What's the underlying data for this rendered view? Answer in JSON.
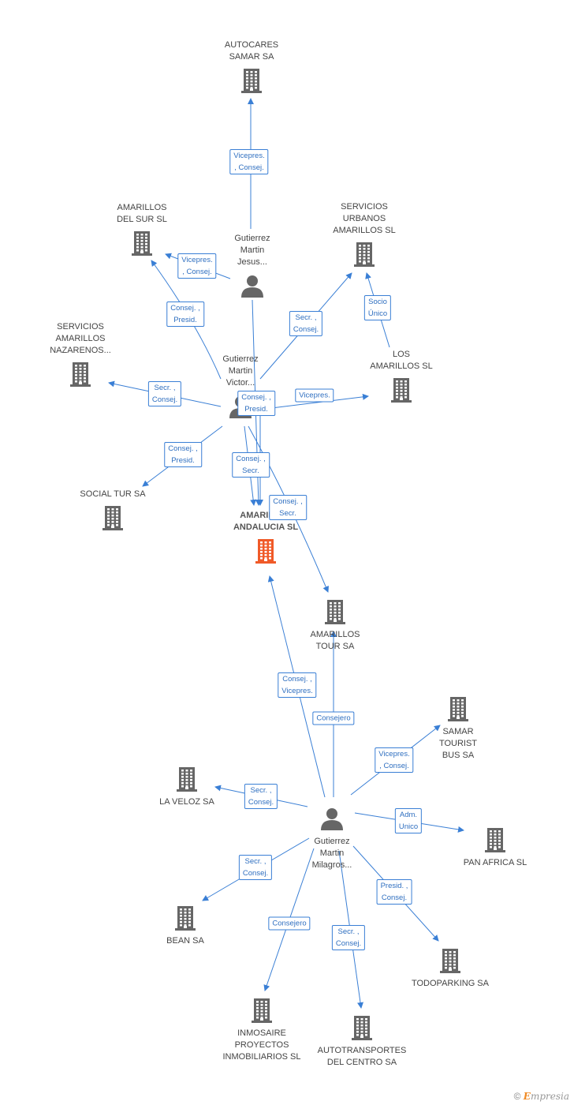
{
  "colors": {
    "edge": "#3a7fd5",
    "company": "#666666",
    "main_company": "#f05a28",
    "person": "#666666"
  },
  "nodes": {
    "autocares": {
      "label": "AUTOCARES\nSAMAR SA",
      "type": "company"
    },
    "amarillos_sur": {
      "label": "AMARILLOS\nDEL SUR SL",
      "type": "company"
    },
    "gm_jesus": {
      "label": "Gutierrez\nMartin\nJesus...",
      "type": "person"
    },
    "serv_urbanos": {
      "label": "SERVICIOS\nURBANOS\nAMARILLOS SL",
      "type": "company"
    },
    "serv_nazarenos": {
      "label": "SERVICIOS\nAMARILLOS\nNAZARENOS...",
      "type": "company"
    },
    "gm_victor": {
      "label": "Gutierrez\nMartin\nVictor...",
      "type": "person"
    },
    "los_amarillos": {
      "label": "LOS\nAMARILLOS SL",
      "type": "company"
    },
    "social_tur": {
      "label": "SOCIAL TUR SA",
      "type": "company"
    },
    "main": {
      "label": "AMARILLOS\nANDALUCIA SL",
      "type": "main"
    },
    "amarillos_tour": {
      "label": "AMARILLOS\nTOUR SA",
      "type": "company"
    },
    "samar_tourist": {
      "label": "SAMAR\nTOURIST\nBUS SA",
      "type": "company"
    },
    "la_veloz": {
      "label": "LA VELOZ SA",
      "type": "company"
    },
    "gm_milagros": {
      "label": "Gutierrez\nMartin\nMilagros...",
      "type": "person"
    },
    "pan_africa": {
      "label": "PAN AFRICA SL",
      "type": "company"
    },
    "bean": {
      "label": "BEAN SA",
      "type": "company"
    },
    "todoparking": {
      "label": "TODOPARKING SA",
      "type": "company"
    },
    "inmosaire": {
      "label": "INMOSAIRE\nPROYECTOS\nINMOBILIARIOS SL",
      "type": "company"
    },
    "autotransportes": {
      "label": "AUTOTRANSPORTES\nDEL CENTRO SA",
      "type": "company"
    }
  },
  "edges": [
    {
      "from": "gm_jesus",
      "to": "autocares",
      "label": "Vicepres.\n, Consej."
    },
    {
      "from": "gm_jesus",
      "to": "amarillos_sur",
      "label": "Vicepres.\n, Consej."
    },
    {
      "from": "gm_jesus",
      "to": "main",
      "label": ""
    },
    {
      "from": "gm_victor",
      "to": "amarillos_sur",
      "label": "Consej. ,\nPresid."
    },
    {
      "from": "gm_victor",
      "to": "serv_urbanos",
      "label": "Secr. ,\nConsej."
    },
    {
      "from": "los_amarillos",
      "to": "serv_urbanos",
      "label": "Socio\nÚnico"
    },
    {
      "from": "gm_victor",
      "to": "serv_nazarenos",
      "label": "Secr. ,\nConsej."
    },
    {
      "from": "gm_victor",
      "to": "los_amarillos",
      "label": "Vicepres."
    },
    {
      "from": "gm_victor",
      "to": "social_tur",
      "label": "Consej. ,\nPresid."
    },
    {
      "from": "gm_victor",
      "to": "main",
      "label": "Consej. ,\nPresid."
    },
    {
      "from": "gm_victor",
      "to": "main",
      "label": "Consej. ,\nSecr."
    },
    {
      "from": "gm_victor",
      "to": "amarillos_tour",
      "label": "Consej. ,\nSecr."
    },
    {
      "from": "gm_milagros",
      "to": "main",
      "label": "Consej. ,\nVicepres."
    },
    {
      "from": "gm_milagros",
      "to": "amarillos_tour",
      "label": "Consejero"
    },
    {
      "from": "gm_milagros",
      "to": "samar_tourist",
      "label": "Vicepres.\n, Consej."
    },
    {
      "from": "gm_milagros",
      "to": "la_veloz",
      "label": "Secr. ,\nConsej."
    },
    {
      "from": "gm_milagros",
      "to": "pan_africa",
      "label": "Adm.\nUnico"
    },
    {
      "from": "gm_milagros",
      "to": "bean",
      "label": "Secr. ,\nConsej."
    },
    {
      "from": "gm_milagros",
      "to": "todoparking",
      "label": "Presid. ,\nConsej."
    },
    {
      "from": "gm_milagros",
      "to": "inmosaire",
      "label": "Consejero"
    },
    {
      "from": "gm_milagros",
      "to": "autotransportes",
      "label": "Secr. ,\nConsej."
    }
  ],
  "footer": {
    "copyright": "©",
    "brand_initial": "E",
    "brand_rest": "mpresia"
  }
}
